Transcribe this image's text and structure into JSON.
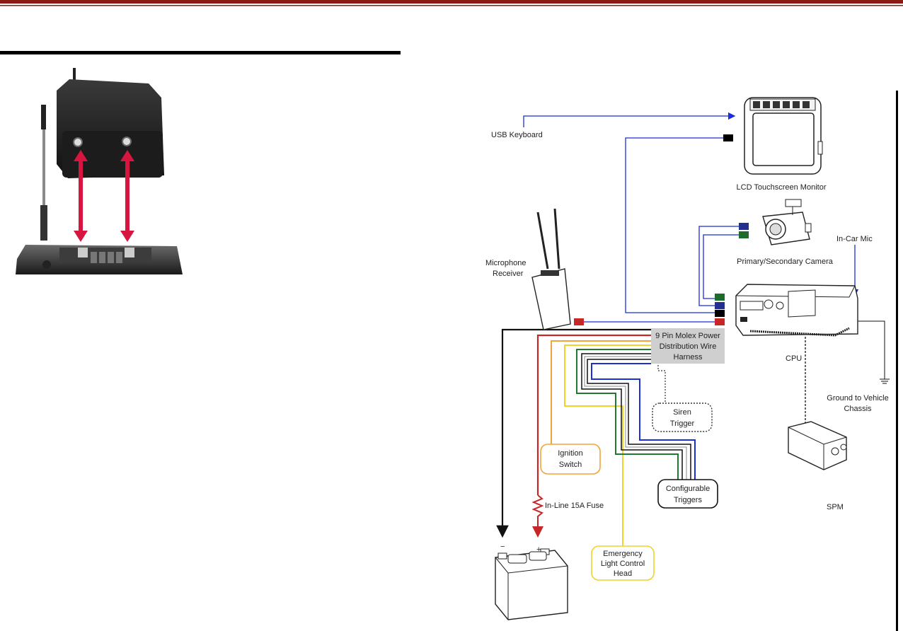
{
  "diagram": {
    "labels": {
      "usb_keyboard": "USB Keyboard",
      "lcd_monitor": "LCD Touchscreen Monitor",
      "microphone_receiver": [
        "Microphone",
        "Receiver"
      ],
      "camera": "Primary/Secondary Camera",
      "in_car_mic": "In-Car Mic",
      "harness": [
        "9 Pin Molex Power",
        "Distribution Wire",
        "Harness"
      ],
      "cpu": "CPU",
      "ground": [
        "Ground to Vehicle",
        "Chassis"
      ],
      "siren_trigger": [
        "Siren",
        "Trigger"
      ],
      "ignition_switch": [
        "Ignition",
        "Switch"
      ],
      "configurable_triggers": [
        "Configurable",
        "Triggers"
      ],
      "fuse": "In-Line 15A Fuse",
      "spm": "SPM",
      "emergency_light": [
        "Emergency",
        "Light Control",
        "Head"
      ],
      "battery_minus": "−",
      "battery_plus": "+"
    }
  },
  "colors": {
    "header_rule": "#8b1a12",
    "wire_blue": "#1b2fd6",
    "wire_red": "#c62828",
    "wire_orange": "#f2a33a",
    "wire_yellow": "#f0d22c",
    "wire_green": "#1e7a2e",
    "wire_black": "#111111",
    "arrow_red": "#d6163e",
    "harness_fill": "#cfcfcf"
  }
}
